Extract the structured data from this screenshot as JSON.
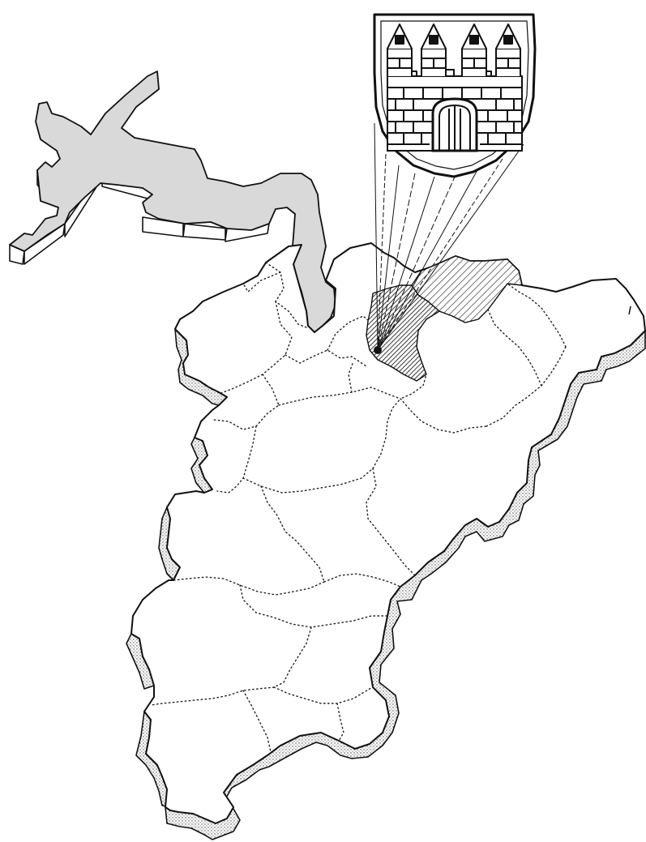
{
  "colors": {
    "background": "#ffffff",
    "ink": "#111111",
    "lake_fill": "#d9d9d9",
    "wall_fill": "#ffffff",
    "stipple": "#444444",
    "hatch": "#333333"
  },
  "map": {
    "kind": "isometric district map with municipal boundaries",
    "icons": {
      "coat_of_arms": "castle-shield-icon",
      "lake": "lake-shape",
      "highlight": "hatched-district"
    }
  }
}
